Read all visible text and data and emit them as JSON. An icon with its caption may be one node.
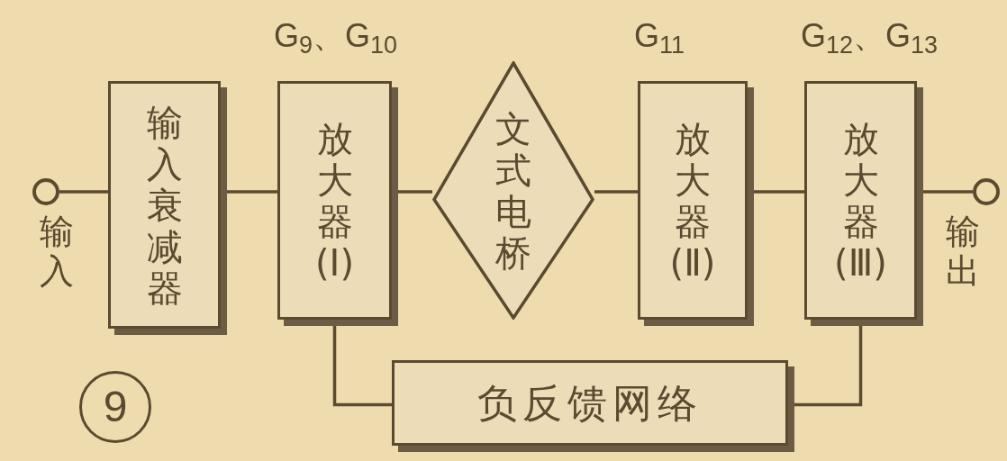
{
  "diagram": {
    "nodes": [
      {
        "text": [
          "输入"
        ]
      },
      {
        "text": [
          "输入衰减器"
        ]
      },
      {
        "text": [
          "放大器(Ⅰ)"
        ],
        "beside": [
          "G$_{9}$、G$_{10}$"
        ]
      },
      {
        "text": [
          "文式电桥"
        ]
      },
      {
        "text": [
          "放大器(Ⅱ)"
        ],
        "beside": [
          "G$_{11}$"
        ]
      },
      {
        "text": [
          "放大器(Ⅲ)"
        ],
        "beside": [
          "G$_{12}$、G$_{13}$"
        ]
      },
      {
        "text": [
          "输出"
        ]
      },
      {
        "text": [
          "负反馈网络"
        ]
      }
    ],
    "edges": [
      {
        "from": 0,
        "to": 1,
        "arrow": "none"
      },
      {
        "from": 1,
        "to": 2,
        "arrow": "none"
      },
      {
        "from": 2,
        "to": 3,
        "arrow": "none"
      },
      {
        "from": 3,
        "to": 4,
        "arrow": "none"
      },
      {
        "from": 4,
        "to": 5,
        "arrow": "none"
      },
      {
        "from": 5,
        "to": 6,
        "arrow": "none"
      },
      {
        "from": 5,
        "to": 7,
        "arrow": "none"
      },
      {
        "from": 7,
        "to": 2,
        "arrow": "none"
      }
    ],
    "labels": [
      "9"
    ]
  }
}
